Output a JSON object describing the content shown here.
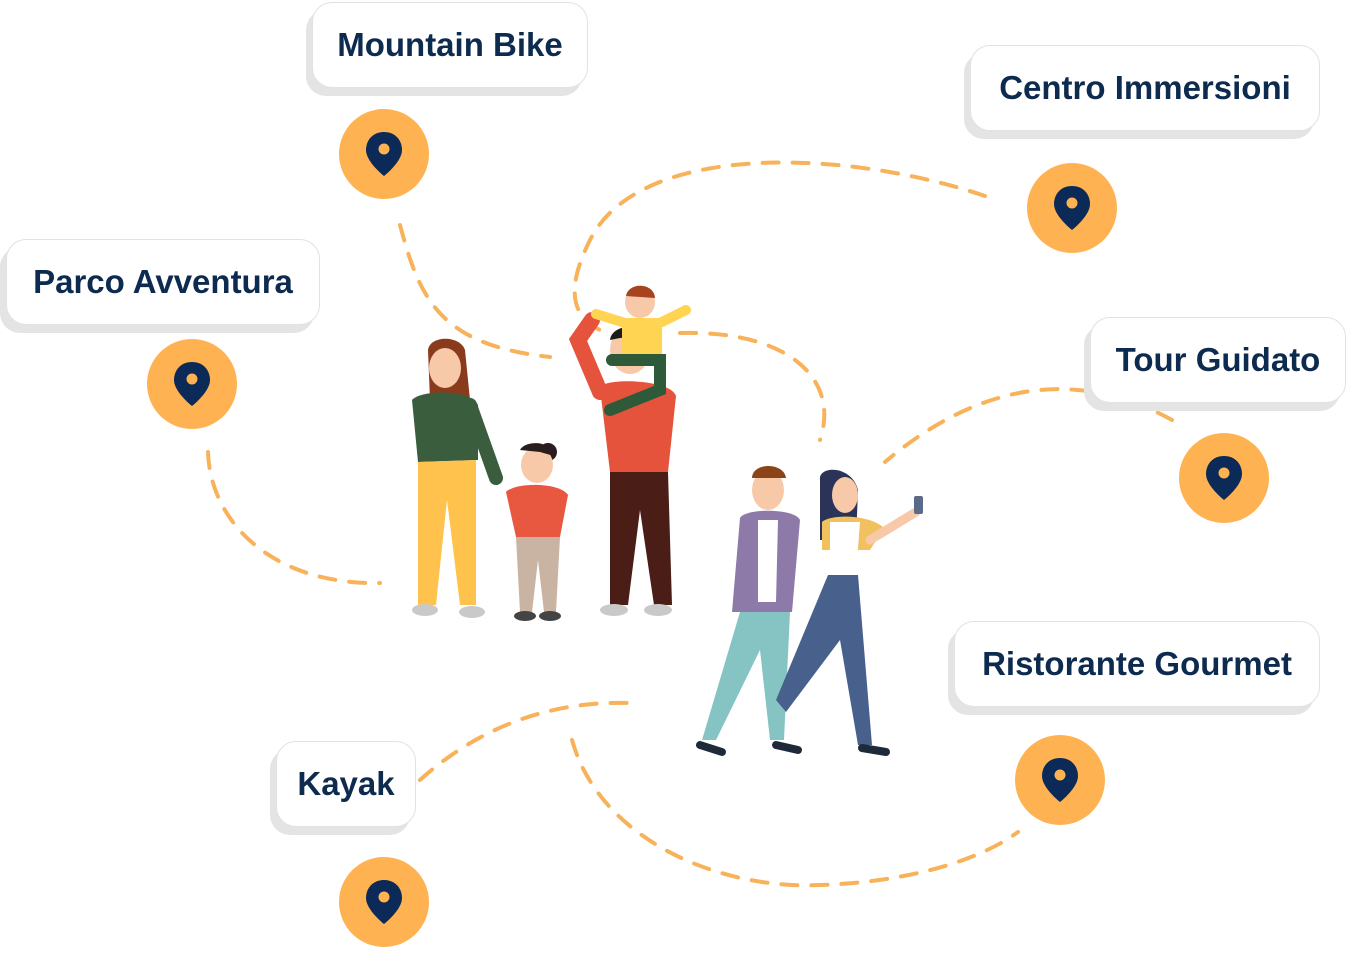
{
  "places": [
    {
      "id": "mountain-bike",
      "label": "Mountain Bike",
      "icon": "map-pin-icon"
    },
    {
      "id": "centro-immersioni",
      "label": "Centro Immersioni",
      "icon": "map-pin-icon"
    },
    {
      "id": "parco-avventura",
      "label": "Parco Avventura",
      "icon": "map-pin-icon"
    },
    {
      "id": "tour-guidato",
      "label": "Tour Guidato",
      "icon": "map-pin-icon"
    },
    {
      "id": "ristorante-gourmet",
      "label": "Ristorante Gourmet",
      "icon": "map-pin-icon"
    },
    {
      "id": "kayak",
      "label": "Kayak",
      "icon": "map-pin-icon"
    }
  ],
  "colors": {
    "pin_fill": "#ffb252",
    "pin_icon": "#0b2a57",
    "label_text": "#0d2a4f",
    "path": "#f7b25a"
  }
}
